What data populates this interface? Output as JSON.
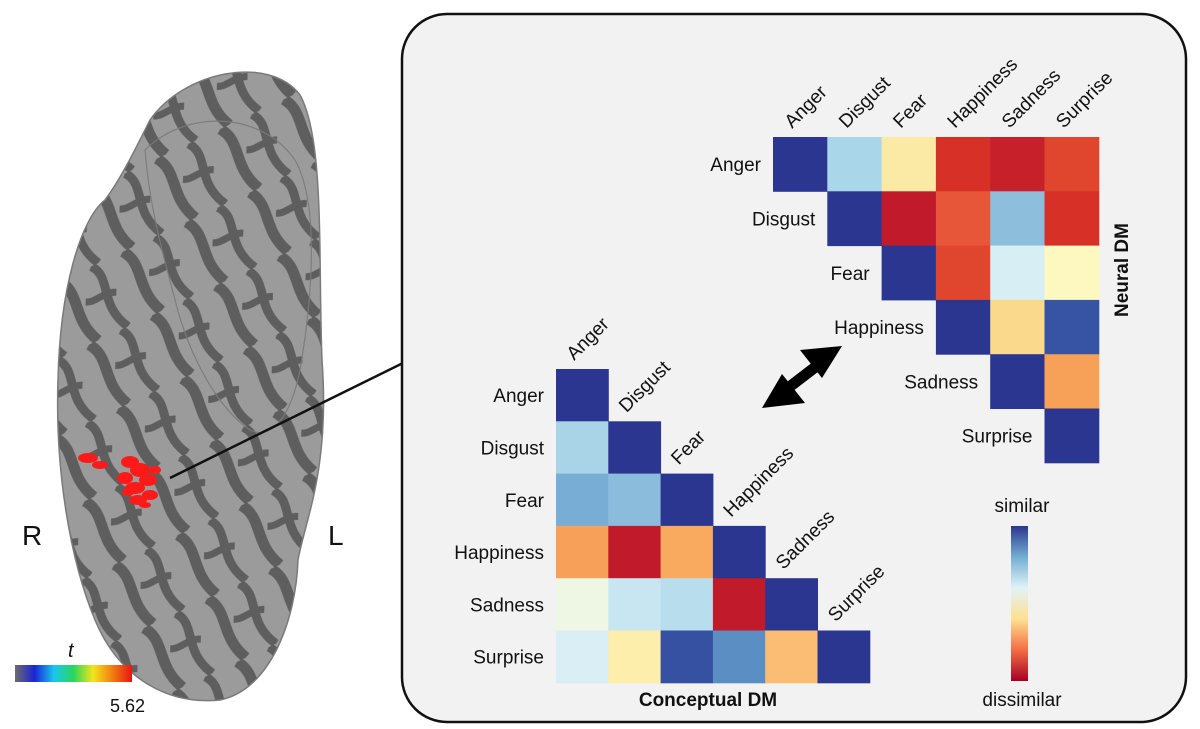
{
  "brain": {
    "hemisphere_left_label": "R",
    "hemisphere_right_label": "L",
    "colorbar_symbol": "t",
    "colorbar_max": "5.62",
    "colorbar_colors": [
      "#6b6b6b",
      "#1c24d6",
      "#19c7f0",
      "#2ad65a",
      "#f3e51d",
      "#f27c10",
      "#e81414"
    ],
    "cortex_light": "#9b9b9b",
    "cortex_dark": "#5e5e5e",
    "activation_color": "#ff1a1a"
  },
  "panel": {
    "background": "#f2f2f2",
    "border": "#111111"
  },
  "neural_dm": {
    "title": "Neural DM",
    "column_labels": [
      "Anger",
      "Disgust",
      "Fear",
      "Happiness",
      "Sadness",
      "Surprise"
    ],
    "row_labels": [
      "Anger",
      "Disgust",
      "Fear",
      "Happiness",
      "Sadness",
      "Surprise"
    ],
    "matrix": [
      [
        "#2b3691",
        "#a9d6e8",
        "#fbeaa6",
        "#d73027",
        "#c8202a",
        "#e0462e"
      ],
      [
        null,
        "#2b3691",
        "#c11a2a",
        "#e8563a",
        "#8dbfdc",
        "#d73027"
      ],
      [
        null,
        null,
        "#2b3691",
        "#e0462e",
        "#d7eef5",
        "#fcf8c0"
      ],
      [
        null,
        null,
        null,
        "#2b3691",
        "#fbd98c",
        "#3753a4"
      ],
      [
        null,
        null,
        null,
        null,
        "#2b3691",
        "#f7a057"
      ],
      [
        null,
        null,
        null,
        null,
        null,
        "#2b3691"
      ]
    ]
  },
  "conceptual_dm": {
    "title": "Conceptual DM",
    "column_labels": [
      "Anger",
      "Disgust",
      "Fear",
      "Happiness",
      "Sadness",
      "Surprise"
    ],
    "row_labels": [
      "Anger",
      "Disgust",
      "Fear",
      "Happiness",
      "Sadness",
      "Surprise"
    ],
    "matrix": [
      [
        "#2b3691",
        null,
        null,
        null,
        null,
        null
      ],
      [
        "#a9d4e8",
        "#2b3691",
        null,
        null,
        null,
        null
      ],
      [
        "#78aed5",
        "#8bbcdc",
        "#2b3691",
        null,
        null,
        null
      ],
      [
        "#f7a05a",
        "#c11a2a",
        "#f9aa5e",
        "#2b3691",
        null,
        null
      ],
      [
        "#eef6e4",
        "#c8e6f1",
        "#b8dded",
        "#c11a2a",
        "#2b3691",
        null
      ],
      [
        "#d9eef5",
        "#fdeeac",
        "#3650a2",
        "#5b8fc4",
        "#fbbd74",
        "#2b3691"
      ]
    ]
  },
  "legend": {
    "top_label": "similar",
    "bottom_label": "dissimilar",
    "gradient": [
      "#2b3691",
      "#74add1",
      "#e0f3f8",
      "#fee090",
      "#f46d43",
      "#a50026"
    ]
  }
}
